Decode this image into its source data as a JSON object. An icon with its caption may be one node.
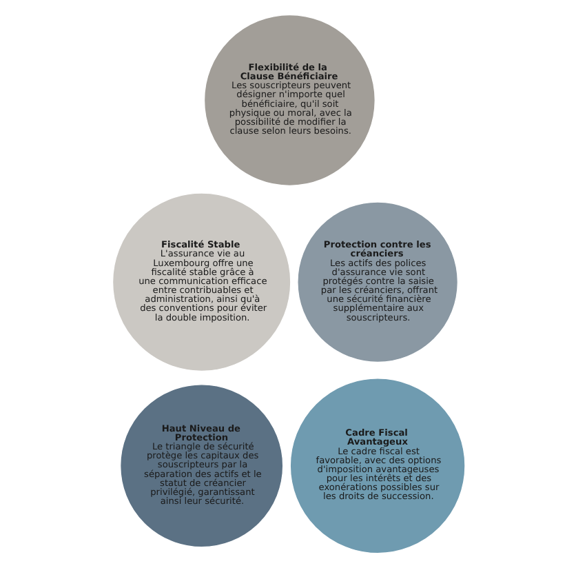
{
  "diagram": {
    "nodes": [
      {
        "text": [
          "Flexibilité de la Clause Bénéficiaire",
          "Les souscripteurs peuvent désigner n'importe quel bénéficiaire, qu'il soit physique ou moral, avec la possibilité de modifier la clause selon leurs besoins."
        ]
      },
      {
        "text": [
          "Fiscalité Stable",
          "L'assurance vie au Luxembourg offre une fiscalité stable grâce à une communication efficace entre contribuables et administration, ainsi qu'à des conventions pour éviter la double imposition."
        ]
      },
      {
        "text": [
          "Protection contre les créanciers",
          "Les actifs des polices d'assurance vie sont protégés contre la saisie par les créanciers, offrant une sécurité financière supplémentaire aux souscripteurs."
        ]
      },
      {
        "text": [
          "Haut Niveau de Protection",
          "Le triangle de sécurité protège les capitaux des souscripteurs par la séparation des actifs et le statut de créancier privilégié, garantissant ainsi leur sécurité."
        ]
      },
      {
        "text": [
          "Cadre Fiscal Avantageux",
          "Le cadre fiscal est favorable, avec des options d'imposition avantageuses pour les intérêts et des exonérations possibles sur les droits de succession."
        ]
      }
    ]
  }
}
